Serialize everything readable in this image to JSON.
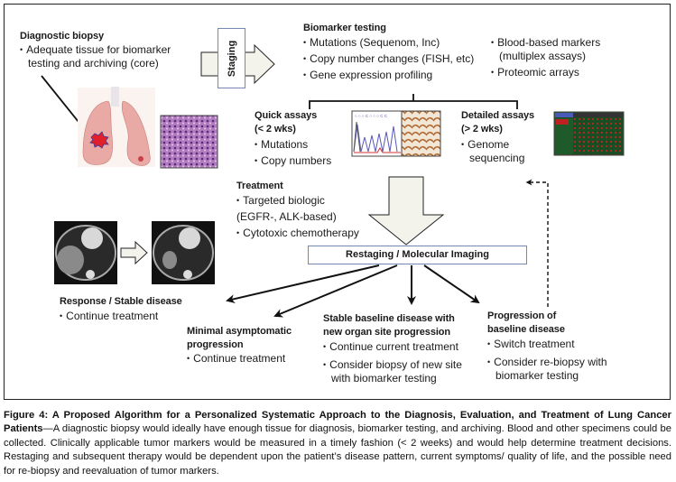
{
  "diagnostic_biopsy": {
    "title": "Diagnostic biopsy",
    "bullet": "Adequate tissue for biomarker",
    "bullet_cont": "testing and archiving (core)"
  },
  "staging": {
    "label": "Staging"
  },
  "biomarker_testing": {
    "title": "Biomarker testing",
    "left_items": [
      "Mutations (Sequenom, Inc)",
      "Copy number changes (FISH, etc)",
      "Gene expression profiling"
    ],
    "right_items": [
      "Blood-based markers",
      "(multiplex assays)",
      "Proteomic arrays"
    ]
  },
  "quick_assays": {
    "title": "Quick assays",
    "subtitle": "(< 2 wks)",
    "items": [
      "Mutations",
      "Copy numbers"
    ]
  },
  "detailed_assays": {
    "title": "Detailed assays",
    "subtitle": "(> 2 wks)",
    "item": "Genome",
    "item_cont": "sequencing"
  },
  "treatment": {
    "title": "Treatment",
    "item1": "Targeted biologic",
    "item1_cont": "(EGFR-, ALK-based)",
    "item2": "Cytotoxic chemotherapy"
  },
  "restaging": {
    "label": "Restaging / Molecular Imaging"
  },
  "outcomes": {
    "response": {
      "title": "Response / Stable disease",
      "items": [
        "Continue treatment"
      ]
    },
    "minimal": {
      "title": "Minimal asymptomatic",
      "title_cont": "progression",
      "items": [
        "Continue treatment"
      ]
    },
    "stable_new": {
      "title": "Stable baseline disease with",
      "title_cont": "new organ site progression",
      "item1": "Continue current treatment",
      "item2": "Consider biopsy of new site",
      "item2_cont": "with biomarker testing"
    },
    "progression": {
      "title": "Progression of",
      "title_cont": "baseline disease",
      "item1": "Switch treatment",
      "item2": "Consider re-biopsy with",
      "item2_cont": "biomarker testing"
    }
  },
  "images": {
    "lungs": "lung-illustration",
    "histology": "histology-slide",
    "sequencing_trace": "sequencing-chromatogram",
    "ihc_stain": "ihc-stain",
    "microarray": "microarray-heatmap",
    "ct_before": "ct-scan-before",
    "ct_after": "ct-scan-after"
  },
  "caption": {
    "title": "Figure 4: A Proposed Algorithm for a Personalized Systematic Approach to the Diagnosis, Evaluation, and Treatment of Lung Cancer Patients",
    "body": "—A diagnostic biopsy would ideally have enough tissue for diagnosis, biomarker testing, and archiving. Blood and other specimens could be collected. Clinically applicable tumor markers would be measured in a timely fashion (< 2 weeks) and would help determine treatment decisions. Restaging and subsequent therapy would be dependent upon the patient’s disease pattern, current symptoms/ quality of life, and the possible need for re-biopsy and reevaluation of tumor markers."
  },
  "colors": {
    "box_border": "#7488b4",
    "arrow_fill": "#f3f3ec",
    "lung": "#e8a8a4",
    "tumor": "#e0202a",
    "histology": "#8a4a9c",
    "array_green": "#1f5a2a",
    "array_red": "#d02020"
  }
}
